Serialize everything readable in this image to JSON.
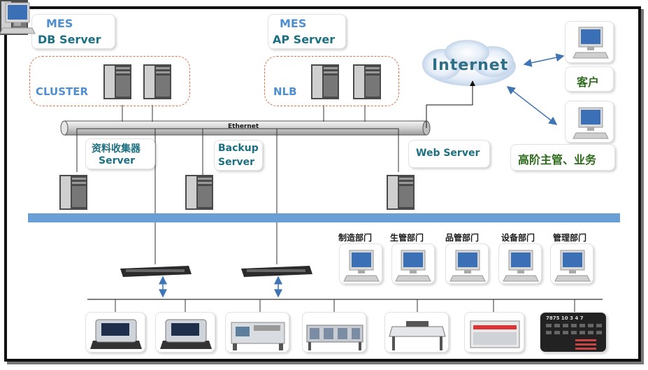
{
  "colors": {
    "mes_blue": "#4f8fd0",
    "server_teal": "#1d6f82",
    "cluster_dash": "#d9704a",
    "lan_bar": "#6a9fd6",
    "arrow_blue": "#3f74b5",
    "client_green": "#2e6b1c"
  },
  "db_server": {
    "line1": "MES",
    "line2": "DB Server"
  },
  "ap_server": {
    "line1": "MES",
    "line2": "AP Server"
  },
  "cluster": {
    "label": "CLUSTER"
  },
  "nlb": {
    "label": "NLB"
  },
  "internet": {
    "label": "Internet"
  },
  "ethernet": {
    "label": "Ethernet"
  },
  "collector": {
    "line1": "资料收集器",
    "line2": "Server"
  },
  "backup": {
    "line1": "Backup",
    "line2": "Server"
  },
  "web_server": {
    "label": "Web Server"
  },
  "customer": {
    "label": "客户"
  },
  "management": {
    "label": "高阶主管、业务"
  },
  "departments": [
    {
      "label": "制造部门"
    },
    {
      "label": "生管部门"
    },
    {
      "label": "品管部门"
    },
    {
      "label": "设备部门"
    },
    {
      "label": "管理部门"
    }
  ],
  "display_panel": {
    "header": "7875  10  3  4  7"
  },
  "icons": [
    "server-tower-icon",
    "desktop-pc-icon",
    "network-switch-icon",
    "cloud-icon",
    "terminal-device-icon",
    "machine-icon"
  ]
}
